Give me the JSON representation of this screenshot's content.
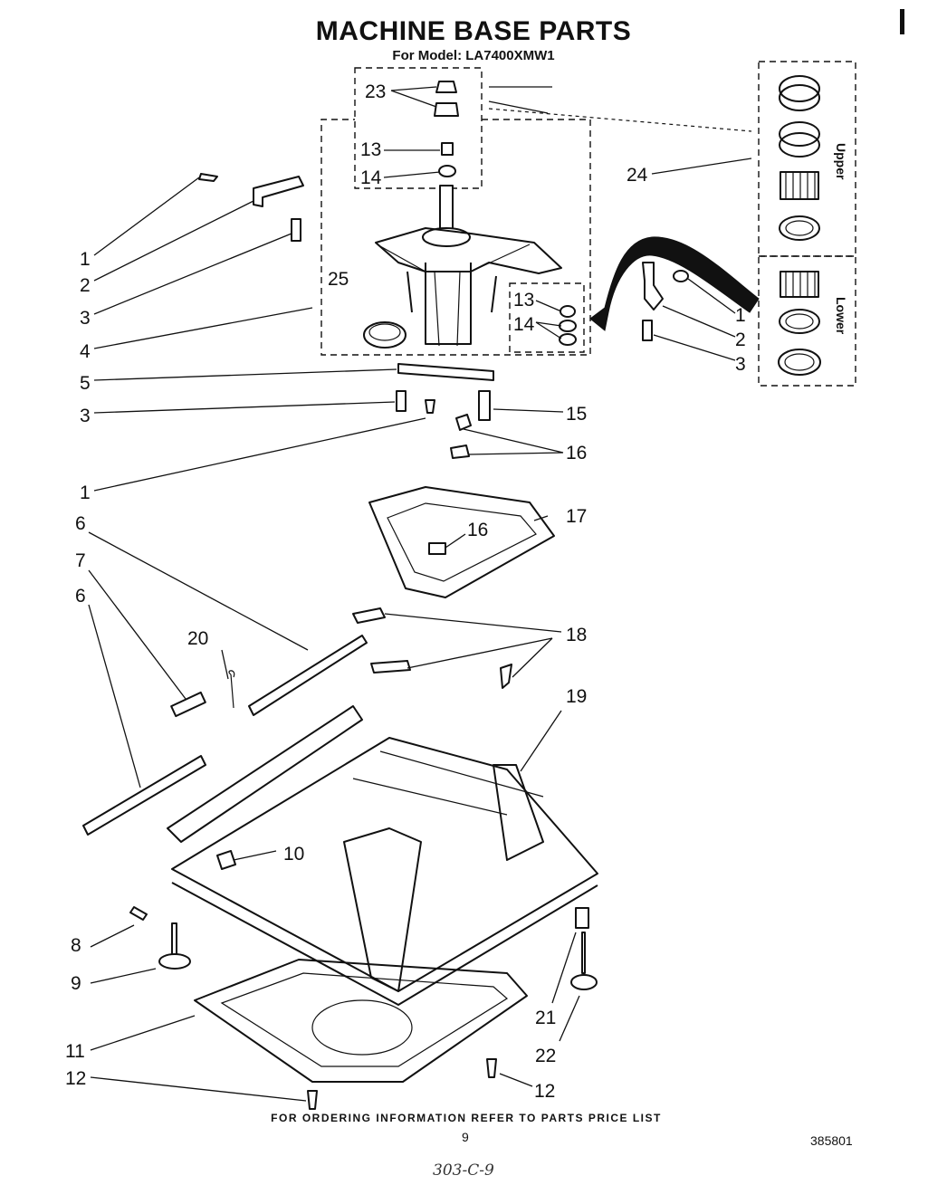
{
  "title": "MACHINE BASE PARTS",
  "subtitle": "For Model: LA7400XMW1",
  "footer": "FOR ORDERING INFORMATION REFER TO PARTS PRICE LIST",
  "page_number": "9",
  "doc_number": "385801",
  "handwritten_note": "303-C-9",
  "bearing_groups": {
    "upper": "Upper",
    "lower": "Lower"
  },
  "callouts": [
    "23",
    "13",
    "14",
    "1",
    "2",
    "3",
    "25",
    "4",
    "5",
    "3",
    "13",
    "14",
    "24",
    "1",
    "2",
    "3",
    "15",
    "16",
    "1",
    "6",
    "7",
    "6",
    "20",
    "16",
    "17",
    "18",
    "19",
    "10",
    "8",
    "9",
    "11",
    "12",
    "21",
    "22",
    "12"
  ]
}
